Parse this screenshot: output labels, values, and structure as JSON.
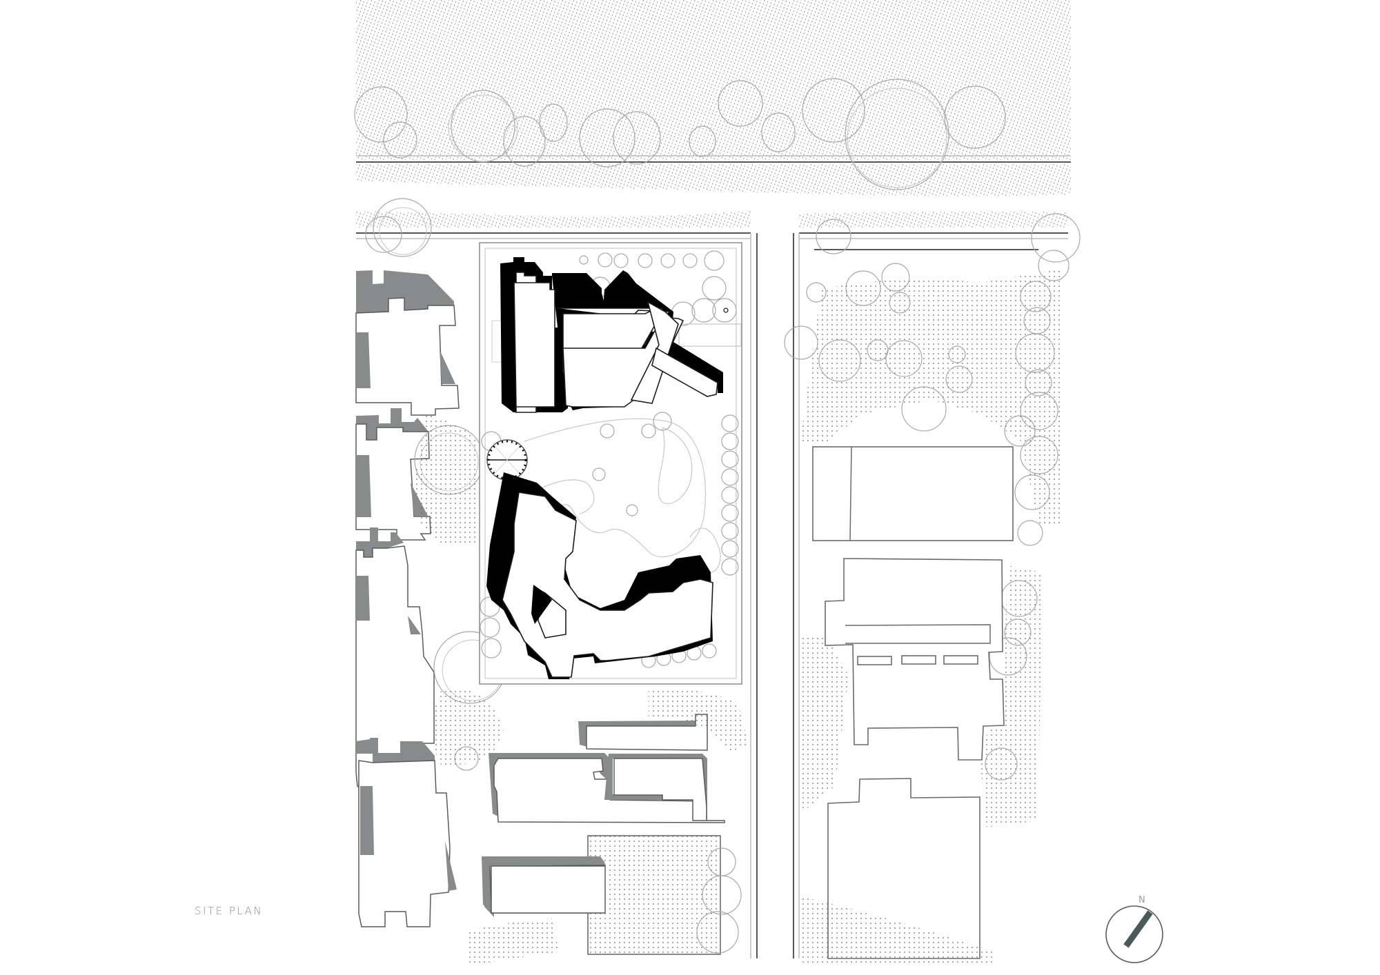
{
  "drawing": {
    "title": "SITE PLAN",
    "north_label": "N",
    "north_arrow_color": "#4a5a5a",
    "colors": {
      "background": "#ffffff",
      "project_buildings": "#000000",
      "neighbor_shadow": "#878b8b",
      "tree_outline": "#a8a8a8",
      "vegetation_dots": "#6a6a6a",
      "road_line": "#555555"
    },
    "legend_elements": [
      {
        "name": "project-buildings",
        "style": "solid black footprint with white roof"
      },
      {
        "name": "neighbor-buildings-west",
        "style": "white footprint with gray shadow"
      },
      {
        "name": "neighbor-buildings-east",
        "style": "white footprint outline only"
      },
      {
        "name": "trees",
        "style": "double circle outline"
      },
      {
        "name": "green-areas",
        "style": "dot stipple"
      }
    ]
  }
}
